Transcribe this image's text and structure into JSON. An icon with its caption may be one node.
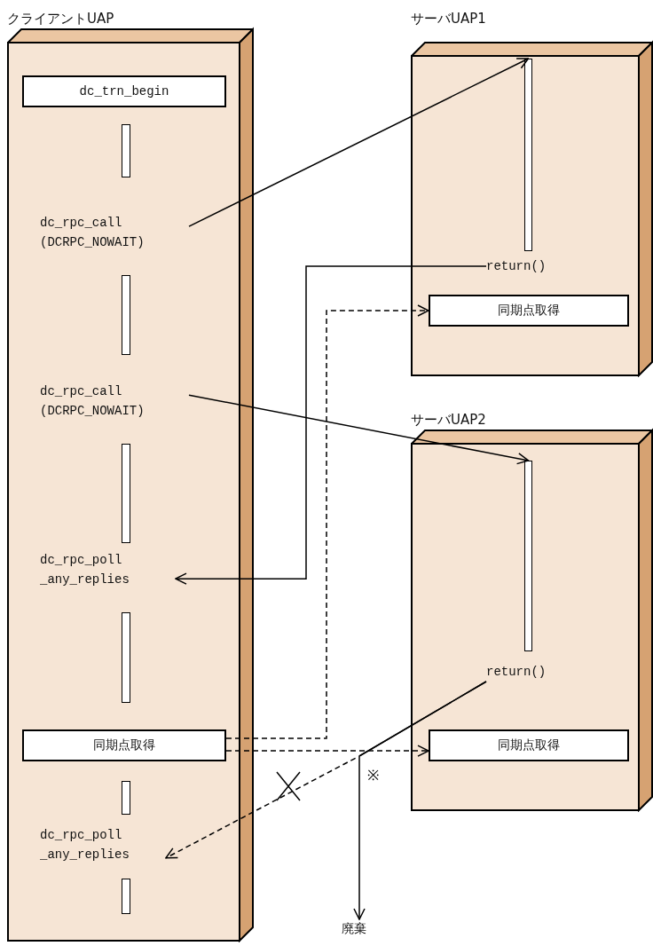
{
  "diagram": {
    "nodes": [
      {
        "text": [
          "クライアントUAP"
        ]
      },
      {
        "text": [
          "dc_trn_begin"
        ],
        "in": 0
      },
      {
        "text": [
          "dc_rpc_call (DCRPC_NOWAIT)"
        ],
        "in": 0
      },
      {
        "text": [
          "dc_rpc_call (DCRPC_NOWAIT)"
        ],
        "in": 0
      },
      {
        "text": [
          "dc_rpc_poll _any_replies"
        ],
        "in": 0
      },
      {
        "text": [
          "同期点取得"
        ],
        "in": 0
      },
      {
        "text": [
          "dc_rpc_poll _any_replies"
        ],
        "in": 0
      },
      {
        "text": [
          "サーバUAP1"
        ]
      },
      {
        "text": [],
        "shape": "bar",
        "in": 7
      },
      {
        "text": [
          "return()"
        ],
        "in": 7
      },
      {
        "text": [
          "同期点取得"
        ],
        "in": 7
      },
      {
        "text": [
          "サーバUAP2"
        ]
      },
      {
        "text": [],
        "shape": "bar",
        "in": 11
      },
      {
        "text": [
          "return()"
        ],
        "in": 11
      },
      {
        "text": [
          "同期点取得"
        ],
        "in": 11
      },
      {
        "text": [
          "廃棄"
        ]
      }
    ],
    "edges": [
      {
        "from": 2,
        "to": 8,
        "arrow": "to"
      },
      {
        "from": 9,
        "to": 4,
        "arrow": "to"
      },
      {
        "from": 5,
        "to": 10,
        "arrow": "to",
        "style": "dashed"
      },
      {
        "from": 3,
        "to": 12,
        "arrow": "to"
      },
      {
        "from": 5,
        "to": 14,
        "arrow": "to",
        "style": "dashed"
      },
      {
        "from": 13,
        "to": 6,
        "arrow": "to",
        "style": "dashed"
      },
      {
        "from": 13,
        "to": 15,
        "arrow": "to"
      }
    ],
    "labels": [
      "※"
    ]
  }
}
